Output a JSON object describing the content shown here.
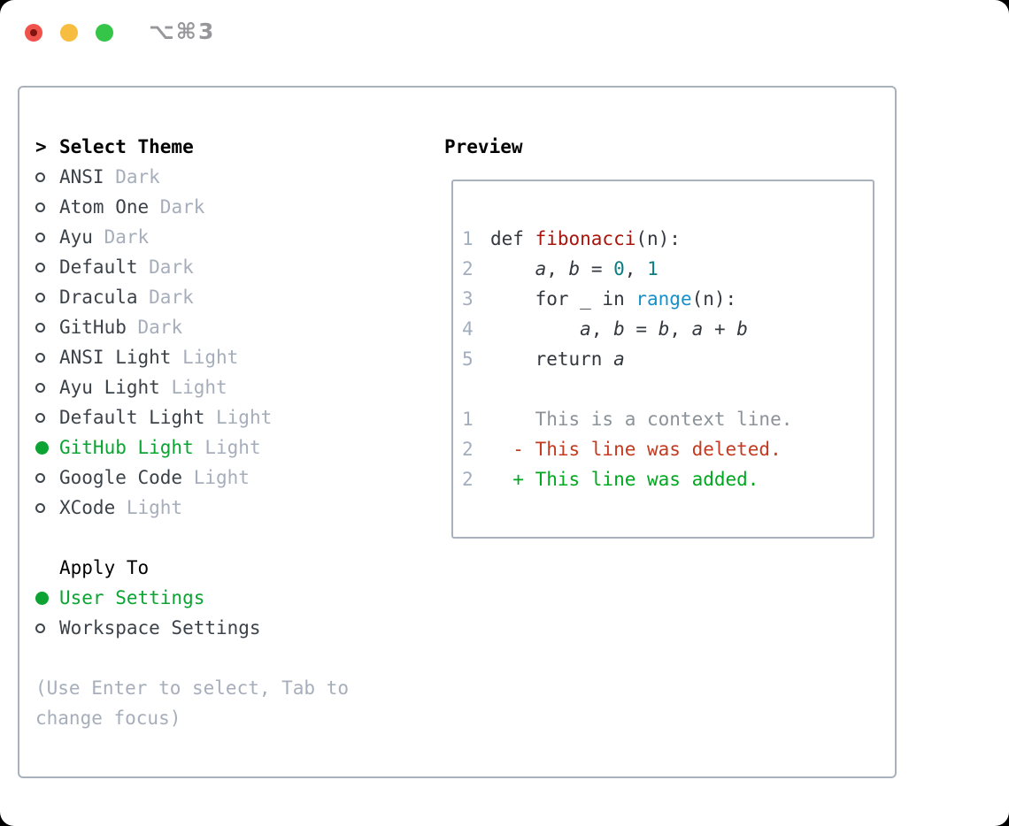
{
  "titlebar": {
    "shortcut": "⌥⌘3",
    "traffic_lights": [
      {
        "name": "close",
        "color": "#f0524c",
        "has_unsaved_dot": true,
        "dot_color": "#7f150e"
      },
      {
        "name": "minimize",
        "color": "#f7bd40"
      },
      {
        "name": "zoom",
        "color": "#35c649"
      }
    ]
  },
  "theme_panel": {
    "header": {
      "prefix": ">",
      "label": "Select Theme"
    },
    "themes": [
      {
        "name": "ANSI",
        "variant": "Dark",
        "selected": false
      },
      {
        "name": "Atom One",
        "variant": "Dark",
        "selected": false
      },
      {
        "name": "Ayu",
        "variant": "Dark",
        "selected": false
      },
      {
        "name": "Default",
        "variant": "Dark",
        "selected": false
      },
      {
        "name": "Dracula",
        "variant": "Dark",
        "selected": false
      },
      {
        "name": "GitHub",
        "variant": "Dark",
        "selected": false
      },
      {
        "name": "ANSI Light",
        "variant": "Light",
        "selected": false
      },
      {
        "name": "Ayu Light",
        "variant": "Light",
        "selected": false
      },
      {
        "name": "Default Light",
        "variant": "Light",
        "selected": false
      },
      {
        "name": "GitHub Light",
        "variant": "Light",
        "selected": true
      },
      {
        "name": "Google Code",
        "variant": "Light",
        "selected": false
      },
      {
        "name": "XCode",
        "variant": "Light",
        "selected": false
      }
    ],
    "apply_to": {
      "header": "Apply To",
      "options": [
        {
          "label": "User Settings",
          "selected": true
        },
        {
          "label": "Workspace Settings",
          "selected": false
        }
      ]
    },
    "help_lines": [
      "(Use Enter to select, Tab to",
      "change focus)"
    ]
  },
  "preview": {
    "header": "Preview",
    "lines": [
      {
        "num": "1",
        "segments": [
          {
            "text": "def ",
            "style": "code"
          },
          {
            "text": "fibonacci",
            "style": "func"
          },
          {
            "text": "(n):",
            "style": "code"
          }
        ]
      },
      {
        "num": "2",
        "segments": [
          {
            "text": "    ",
            "style": "code"
          },
          {
            "text": "a",
            "style": "var"
          },
          {
            "text": ", ",
            "style": "code"
          },
          {
            "text": "b",
            "style": "var"
          },
          {
            "text": " = ",
            "style": "code"
          },
          {
            "text": "0",
            "style": "num"
          },
          {
            "text": ", ",
            "style": "code"
          },
          {
            "text": "1",
            "style": "num"
          }
        ]
      },
      {
        "num": "3",
        "segments": [
          {
            "text": "    for _ in ",
            "style": "code"
          },
          {
            "text": "range",
            "style": "builtin"
          },
          {
            "text": "(n):",
            "style": "code"
          }
        ]
      },
      {
        "num": "4",
        "segments": [
          {
            "text": "        ",
            "style": "code"
          },
          {
            "text": "a",
            "style": "var"
          },
          {
            "text": ", ",
            "style": "code"
          },
          {
            "text": "b",
            "style": "var"
          },
          {
            "text": " = ",
            "style": "code"
          },
          {
            "text": "b",
            "style": "var"
          },
          {
            "text": ", ",
            "style": "code"
          },
          {
            "text": "a",
            "style": "var"
          },
          {
            "text": " + ",
            "style": "code"
          },
          {
            "text": "b",
            "style": "var"
          }
        ]
      },
      {
        "num": "5",
        "segments": [
          {
            "text": "    return ",
            "style": "code"
          },
          {
            "text": "a",
            "style": "var"
          }
        ]
      },
      {
        "num": "",
        "segments": []
      },
      {
        "num": "1",
        "segments": [
          {
            "text": "    This is a context line.",
            "style": "context"
          }
        ]
      },
      {
        "num": "2",
        "segments": [
          {
            "text": "  - This line was deleted.",
            "style": "deleted"
          }
        ]
      },
      {
        "num": "2",
        "segments": [
          {
            "text": "  + This line was added.",
            "style": "added"
          }
        ]
      }
    ]
  },
  "colors": {
    "selection_green": "#0ba432",
    "panel_border": "#a9b2bc",
    "theme_name_text": "#3c4249",
    "variant_text": "#a6aebb",
    "help_text": "#a6aebb",
    "line_number": "#a2adbd",
    "syntax_function_red": "#a8150d",
    "syntax_number_teal": "#0b7c80",
    "syntax_builtin_blue": "#1690c9",
    "diff_deleted_red": "#c43a20",
    "diff_added_green": "#00a81f",
    "diff_context_gray": "#8b9299",
    "titlebar_shortcut_gray": "#97979b"
  }
}
